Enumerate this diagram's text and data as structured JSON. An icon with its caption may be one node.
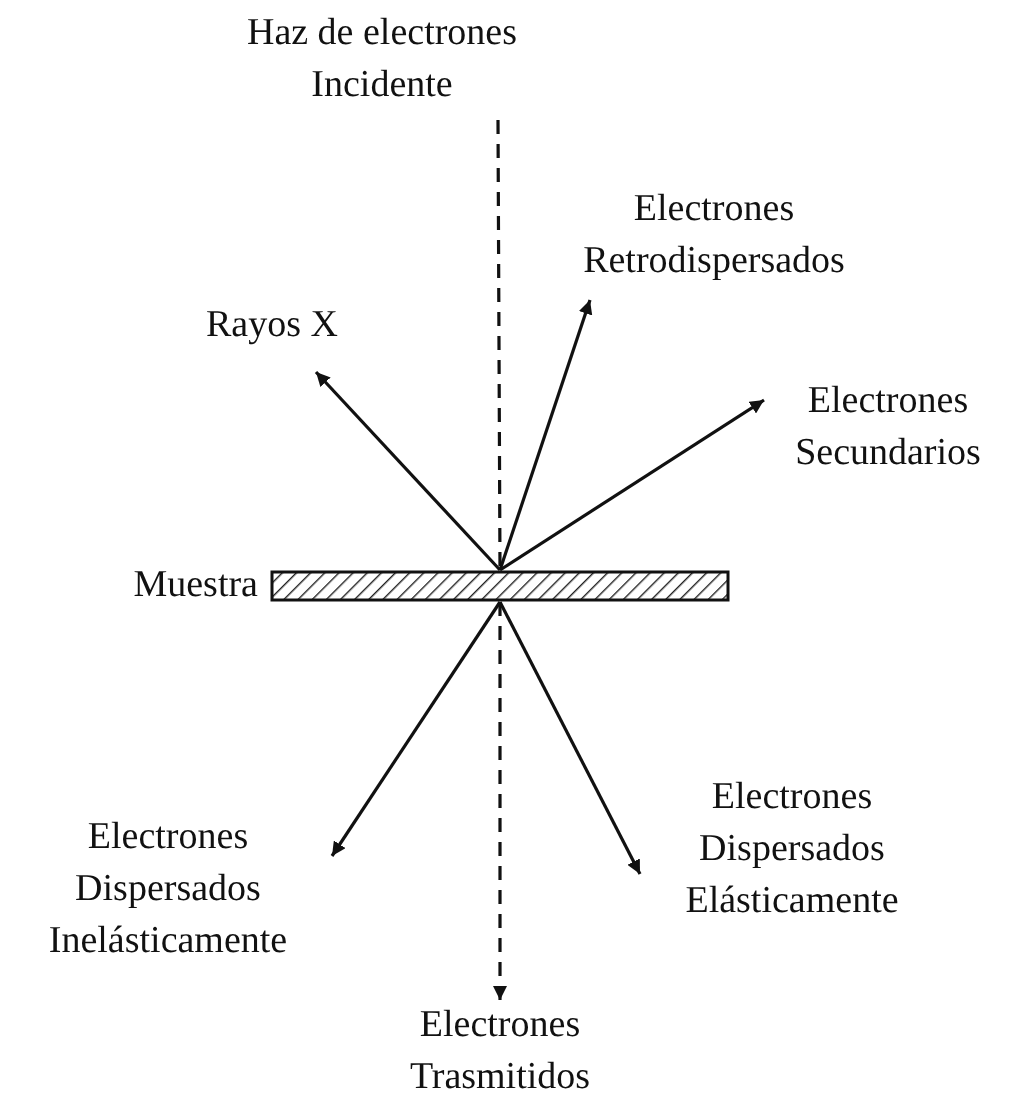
{
  "diagram": {
    "nodes": [
      {
        "text": [
          "Haz de electrones Incidente"
        ]
      },
      {
        "text": [
          "Electrones Retrodispersados"
        ]
      },
      {
        "text": [
          "Rayos X"
        ]
      },
      {
        "text": [
          "Electrones Secundarios"
        ]
      },
      {
        "text": [],
        "shape": "bar",
        "beside": [
          "Muestra"
        ]
      },
      {
        "text": [
          "Electrones Dispersados Inelásticamente"
        ]
      },
      {
        "text": [
          "Electrones Dispersados Elásticamente"
        ]
      },
      {
        "text": [
          "Electrones Trasmitidos"
        ]
      }
    ],
    "edges": [
      {
        "from": 0,
        "to": 4,
        "arrow": "none",
        "style": "dashed"
      },
      {
        "from": 4,
        "to": 2,
        "arrow": "to"
      },
      {
        "from": 4,
        "to": 1,
        "arrow": "to"
      },
      {
        "from": 4,
        "to": 3,
        "arrow": "to"
      },
      {
        "from": 4,
        "to": 5,
        "arrow": "to"
      },
      {
        "from": 4,
        "to": 6,
        "arrow": "to"
      },
      {
        "from": 4,
        "to": 7,
        "arrow": "to",
        "style": "dashed"
      }
    ]
  }
}
